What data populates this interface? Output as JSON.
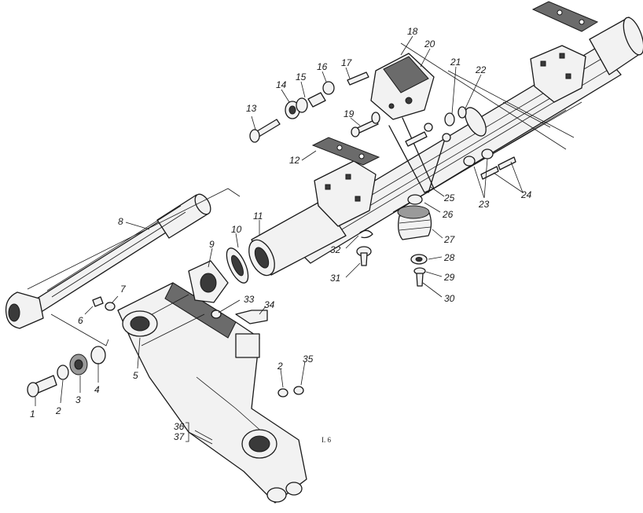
{
  "callouts": [
    {
      "id": "1",
      "text": "1"
    },
    {
      "id": "2a",
      "text": "2"
    },
    {
      "id": "3",
      "text": "3"
    },
    {
      "id": "4",
      "text": "4"
    },
    {
      "id": "5",
      "text": "5"
    },
    {
      "id": "6",
      "text": "6"
    },
    {
      "id": "7",
      "text": "7"
    },
    {
      "id": "8",
      "text": "8"
    },
    {
      "id": "9",
      "text": "9"
    },
    {
      "id": "10",
      "text": "10"
    },
    {
      "id": "11",
      "text": "11"
    },
    {
      "id": "12",
      "text": "12"
    },
    {
      "id": "13",
      "text": "13"
    },
    {
      "id": "14",
      "text": "14"
    },
    {
      "id": "15",
      "text": "15"
    },
    {
      "id": "16",
      "text": "16"
    },
    {
      "id": "17",
      "text": "17"
    },
    {
      "id": "18",
      "text": "18"
    },
    {
      "id": "19",
      "text": "19"
    },
    {
      "id": "20",
      "text": "20"
    },
    {
      "id": "21",
      "text": "21"
    },
    {
      "id": "22",
      "text": "22"
    },
    {
      "id": "23",
      "text": "23"
    },
    {
      "id": "24",
      "text": "24"
    },
    {
      "id": "25",
      "text": "25"
    },
    {
      "id": "26",
      "text": "26"
    },
    {
      "id": "27",
      "text": "27"
    },
    {
      "id": "28",
      "text": "28"
    },
    {
      "id": "29",
      "text": "29"
    },
    {
      "id": "30",
      "text": "30"
    },
    {
      "id": "31",
      "text": "31"
    },
    {
      "id": "32",
      "text": "32"
    },
    {
      "id": "33",
      "text": "33"
    },
    {
      "id": "34",
      "text": "34"
    },
    {
      "id": "2b",
      "text": "2"
    },
    {
      "id": "35",
      "text": "35"
    },
    {
      "id": "36",
      "text": "36"
    },
    {
      "id": "37",
      "text": "37"
    }
  ],
  "figure_note": "I. 6"
}
